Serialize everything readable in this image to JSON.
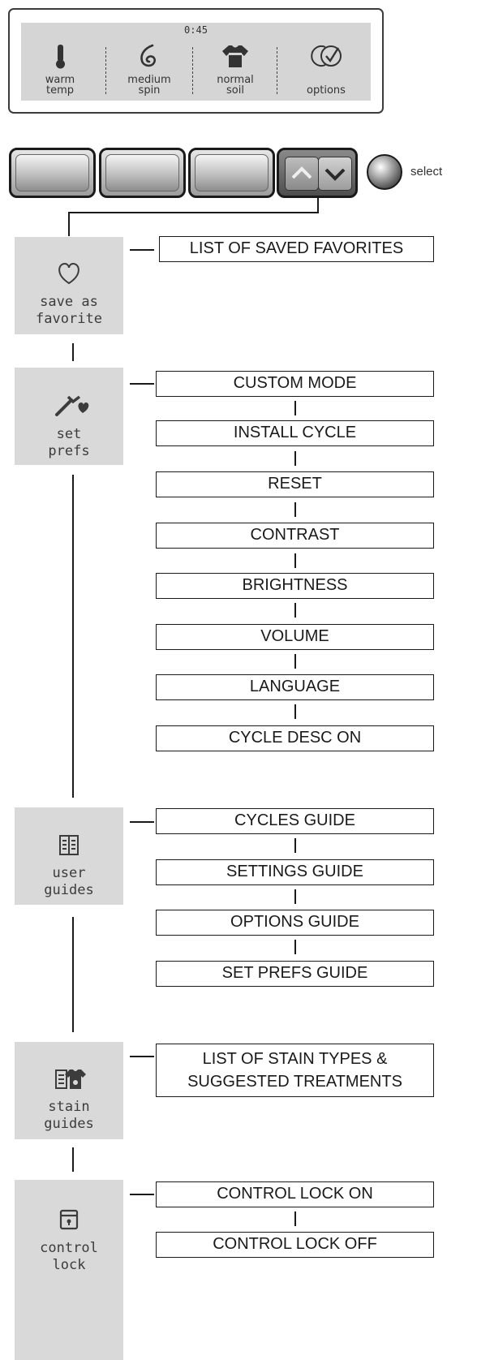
{
  "display": {
    "time": "0:45",
    "segments": [
      {
        "icon": "thermometer-icon",
        "line1": "warm",
        "line2": "temp"
      },
      {
        "icon": "spiral-spin-icon",
        "line1": "medium",
        "line2": "spin"
      },
      {
        "icon": "shirt-icon",
        "line1": "normal",
        "line2": "soil"
      },
      {
        "icon": "options-check-icon",
        "line1": "",
        "line2": "options"
      }
    ]
  },
  "controls": {
    "select_label": "select"
  },
  "tiles": {
    "favorite": {
      "icon": "heart-icon",
      "line1": "save as",
      "line2": "favorite"
    },
    "prefs": {
      "icon": "wrench-heart-icon",
      "line1": "set",
      "line2": "prefs"
    },
    "guides": {
      "icon": "book-icon",
      "line1": "user",
      "line2": "guides"
    },
    "stain": {
      "icon": "stain-shirt-icon",
      "line1": "stain",
      "line2": "guides"
    },
    "lock": {
      "icon": "lock-icon",
      "line1": "control",
      "line2": "lock"
    }
  },
  "menus": {
    "favorites": [
      "LIST OF SAVED FAVORITES"
    ],
    "prefs": [
      "CUSTOM MODE",
      "INSTALL CYCLE",
      "RESET",
      "CONTRAST",
      "BRIGHTNESS",
      "VOLUME",
      "LANGUAGE",
      "CYCLE DESC ON"
    ],
    "guides": [
      "CYCLES GUIDE",
      "SETTINGS GUIDE",
      "OPTIONS GUIDE",
      "SET PREFS GUIDE"
    ],
    "stain": [
      "LIST OF STAIN TYPES &",
      "SUGGESTED TREATMENTS"
    ],
    "lock": [
      "CONTROL LOCK ON",
      "CONTROL LOCK OFF"
    ]
  },
  "colors": {
    "screen_bg": "#d5d5d5",
    "tile_bg": "#d9d9d9",
    "line": "#1a1a1a"
  }
}
